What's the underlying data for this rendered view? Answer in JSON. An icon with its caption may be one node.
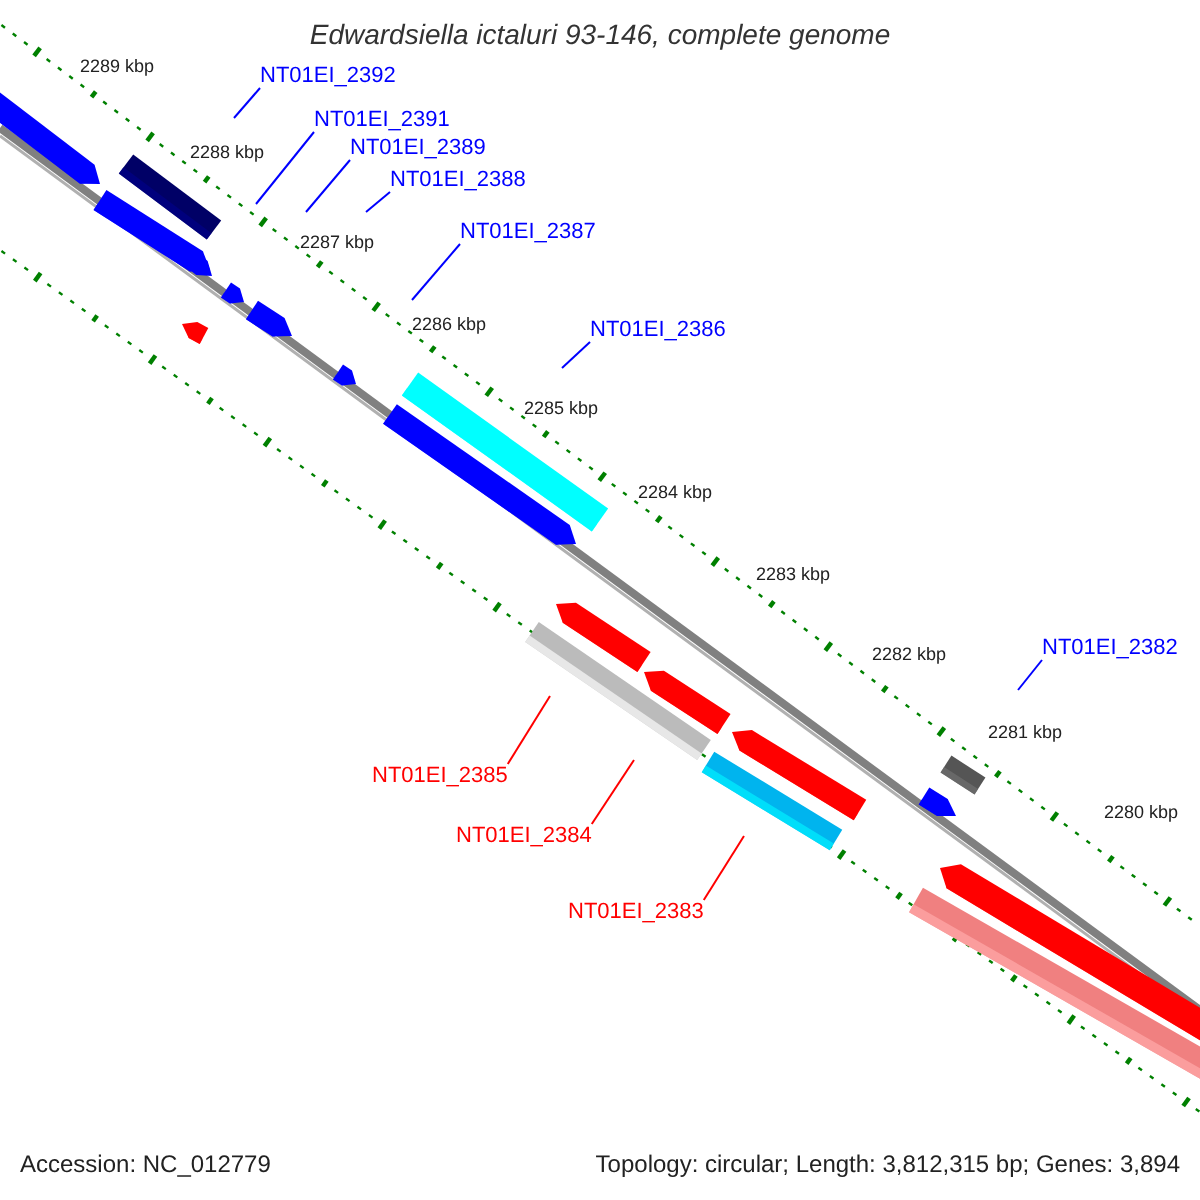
{
  "diagram": {
    "title": "Edwardsiella ictaluri 93-146, complete genome",
    "nodes": [
      {
        "text": [
          "NT01EI_2392"
        ]
      },
      {
        "text": [
          "NT01EI_2391"
        ]
      },
      {
        "text": [
          "NT01EI_2389"
        ]
      },
      {
        "text": [
          "NT01EI_2388"
        ]
      },
      {
        "text": [
          "NT01EI_2387"
        ]
      },
      {
        "text": [
          "NT01EI_2386"
        ]
      },
      {
        "text": [
          "NT01EI_2382"
        ]
      },
      {
        "text": [
          "NT01EI_2385"
        ]
      },
      {
        "text": [
          "NT01EI_2384"
        ]
      },
      {
        "text": [
          "NT01EI_2383"
        ]
      }
    ],
    "edges": [
      {
        "from": 0,
        "to": null,
        "arrow": "none"
      },
      {
        "from": 1,
        "to": null,
        "arrow": "none"
      },
      {
        "from": 2,
        "to": null,
        "arrow": "none"
      },
      {
        "from": 3,
        "to": null,
        "arrow": "none"
      },
      {
        "from": 4,
        "to": null,
        "arrow": "none"
      },
      {
        "from": 5,
        "to": null,
        "arrow": "none"
      },
      {
        "from": 6,
        "to": null,
        "arrow": "none"
      },
      {
        "from": 7,
        "to": null,
        "arrow": "none",
        "color": "#ff0000"
      },
      {
        "from": 8,
        "to": null,
        "arrow": "none",
        "color": "#ff0000"
      },
      {
        "from": 9,
        "to": null,
        "arrow": "none",
        "color": "#ff0000"
      }
    ],
    "labels": [
      "2289 kbp",
      "2288 kbp",
      "2287 kbp",
      "2286 kbp",
      "2285 kbp",
      "2284 kbp",
      "2283 kbp",
      "2282 kbp",
      "2281 kbp",
      "2280 kbp",
      "Accession: NC_012779",
      "Topology: circular; Length: 3,812,315 bp; Genes: 3,894"
    ]
  }
}
